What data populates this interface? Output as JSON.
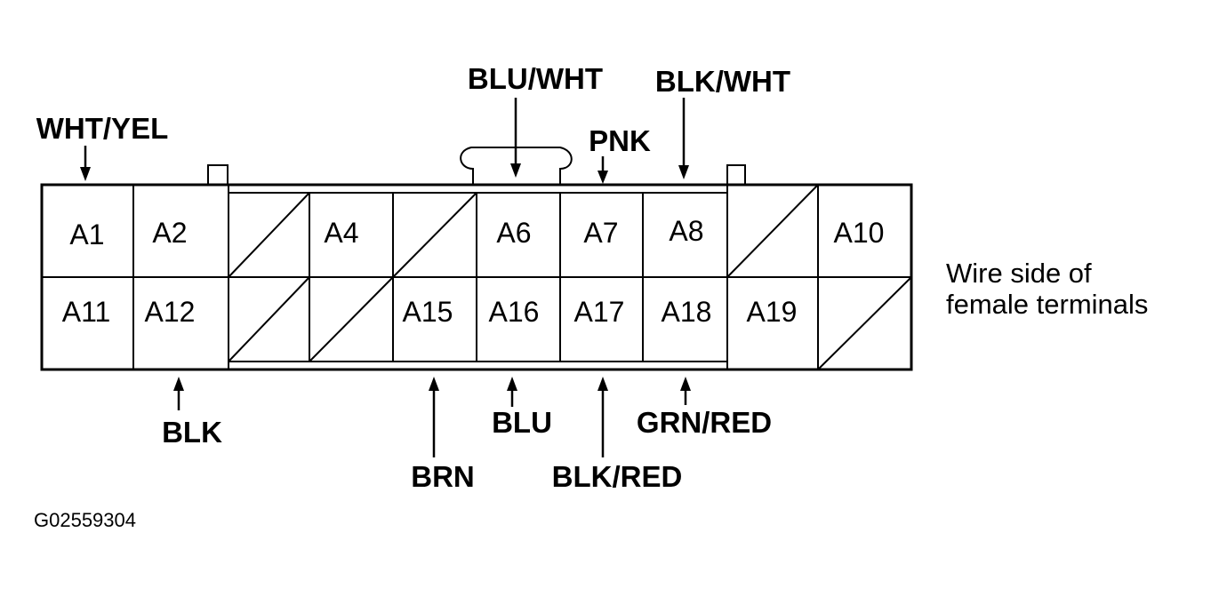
{
  "connector": {
    "pins_top": [
      {
        "label": "A1"
      },
      {
        "label": "A2"
      },
      {
        "label": ""
      },
      {
        "label": "A4"
      },
      {
        "label": ""
      },
      {
        "label": "A6"
      },
      {
        "label": "A7"
      },
      {
        "label": "A8"
      },
      {
        "label": ""
      },
      {
        "label": "A10"
      }
    ],
    "pins_bottom": [
      {
        "label": "A11"
      },
      {
        "label": "A12"
      },
      {
        "label": ""
      },
      {
        "label": ""
      },
      {
        "label": "A15"
      },
      {
        "label": "A16"
      },
      {
        "label": "A17"
      },
      {
        "label": "A18"
      },
      {
        "label": "A19"
      },
      {
        "label": ""
      }
    ]
  },
  "wires_top": [
    {
      "pin": "A1",
      "color": "WHT/YEL"
    },
    {
      "pin": "A6",
      "color": "BLU/WHT"
    },
    {
      "pin": "A7",
      "color": "PNK"
    },
    {
      "pin": "A8",
      "color": "BLK/WHT"
    }
  ],
  "wires_bottom": [
    {
      "pin": "A12",
      "color": "BLK"
    },
    {
      "pin": "A15",
      "color": "BRN"
    },
    {
      "pin": "A16",
      "color": "BLU"
    },
    {
      "pin": "A17",
      "color": "BLK/RED"
    },
    {
      "pin": "A18",
      "color": "GRN/RED"
    }
  ],
  "note": {
    "line1": "Wire side of",
    "line2": "female terminals"
  },
  "figure_code": "G02559304"
}
